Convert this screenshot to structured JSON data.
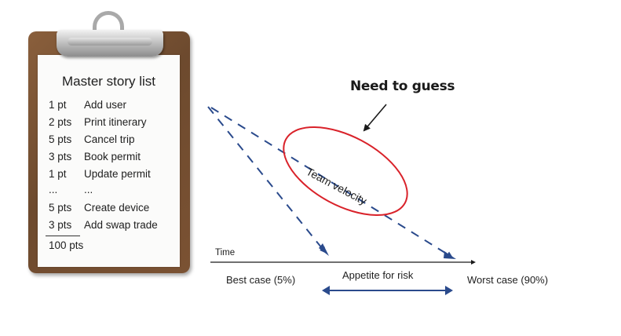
{
  "story_list": {
    "title": "Master story list",
    "items": [
      {
        "points": "1 pt",
        "name": "Add user"
      },
      {
        "points": "2 pts",
        "name": "Print itinerary"
      },
      {
        "points": "5 pts",
        "name": "Cancel trip"
      },
      {
        "points": "3 pts",
        "name": "Book permit"
      },
      {
        "points": "1 pt",
        "name": "Update permit"
      },
      {
        "points": "...",
        "name": "..."
      },
      {
        "points": "5 pts",
        "name": "Create device"
      },
      {
        "points": "3 pts",
        "name": "Add swap trade"
      }
    ],
    "total": "100 pts"
  },
  "annotation": "Need to guess",
  "ellipse_label": "Team velocity",
  "axis_label": "Time",
  "best_case": "Best case (5%)",
  "worst_case": "Worst case (90%)",
  "range_label": "Appetite for risk",
  "colors": {
    "arrow_blue": "#2a4a8c",
    "ellipse_red": "#d9222a",
    "board_brown": "#7b5233"
  }
}
